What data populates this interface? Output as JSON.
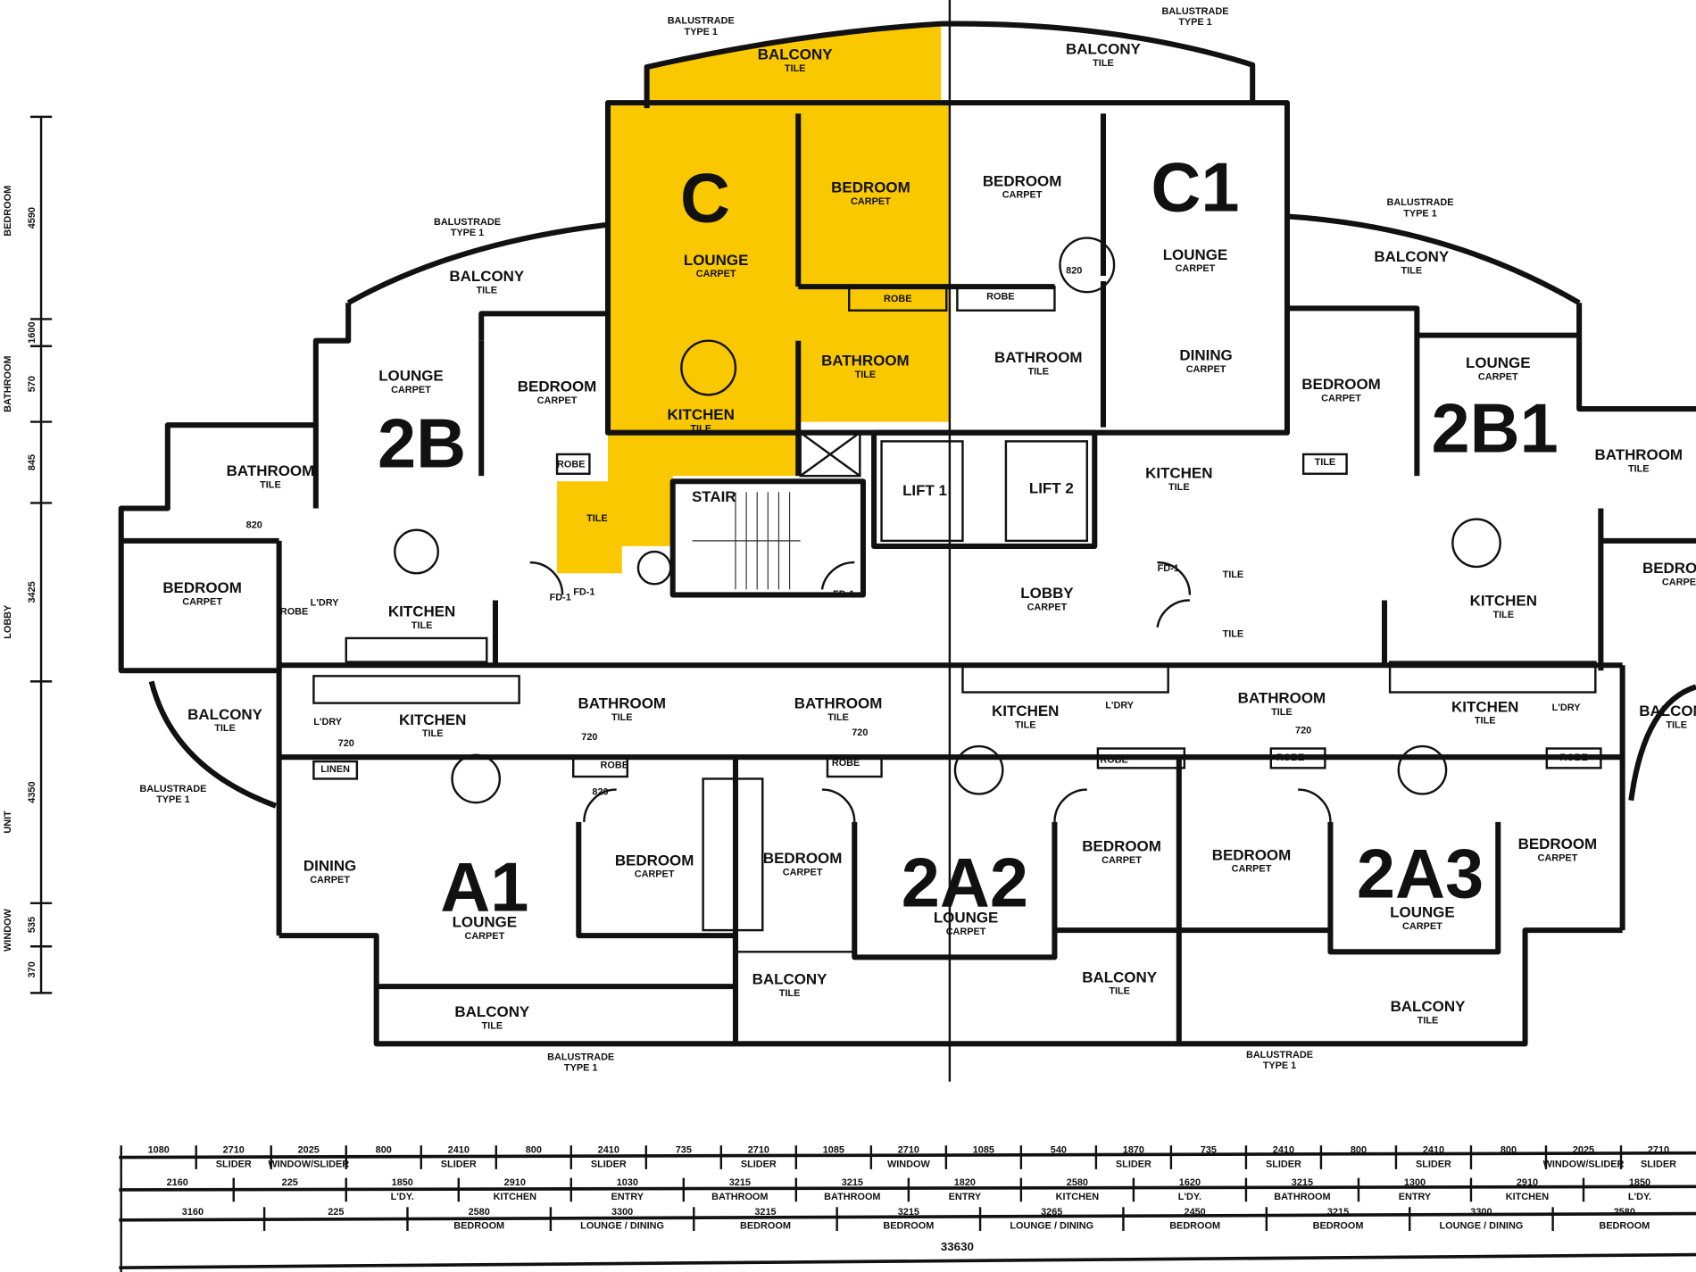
{
  "highlight_color": "#F9C800",
  "units": [
    "C",
    "C1",
    "2B",
    "2B1",
    "A1",
    "2A2",
    "2A3"
  ],
  "rooms": [
    {
      "name": "BALCONY",
      "finish": "TILE"
    },
    {
      "name": "BALCONY",
      "finish": "TILE"
    },
    {
      "name": "BEDROOM",
      "finish": "CARPET"
    },
    {
      "name": "LOUNGE",
      "finish": "CARPET"
    },
    {
      "name": "BEDROOM",
      "finish": "CARPET"
    },
    {
      "name": "LOUNGE",
      "finish": "CARPET"
    },
    {
      "name": "DINING",
      "finish": "CARPET"
    },
    {
      "name": "BALCONY",
      "finish": "TILE"
    },
    {
      "name": "LOUNGE",
      "finish": "CARPET"
    },
    {
      "name": "BEDROOM",
      "finish": "CARPET"
    },
    {
      "name": "BATHROOM",
      "finish": "TILE"
    },
    {
      "name": "BATHROOM",
      "finish": "TILE"
    },
    {
      "name": "KITCHEN",
      "finish": "TILE"
    },
    {
      "name": "BATHROOM",
      "finish": "TILE"
    },
    {
      "name": "BALCONY",
      "finish": "TILE"
    },
    {
      "name": "BEDROOM",
      "finish": "CARPET"
    },
    {
      "name": "LOUNGE",
      "finish": "CARPET"
    },
    {
      "name": "KITCHEN",
      "finish": "TILE"
    },
    {
      "name": "BATHROOM",
      "finish": "TILE"
    },
    {
      "name": "BEDROOM",
      "finish": "CARPET"
    },
    {
      "name": "KITCHEN",
      "finish": "TILE"
    },
    {
      "name": "LOBBY",
      "finish": "CARPET"
    },
    {
      "name": "KITCHEN",
      "finish": "TILE"
    },
    {
      "name": "BEDROOM",
      "finish": "CARPET"
    },
    {
      "name": "BALCONY",
      "finish": "TILE"
    },
    {
      "name": "KITCHEN",
      "finish": "TILE"
    },
    {
      "name": "BATHROOM",
      "finish": "TILE"
    },
    {
      "name": "BATHROOM",
      "finish": "TILE"
    },
    {
      "name": "KITCHEN",
      "finish": "TILE"
    },
    {
      "name": "BATHROOM",
      "finish": "TILE"
    },
    {
      "name": "KITCHEN",
      "finish": "TILE"
    },
    {
      "name": "BALCONY",
      "finish": "TILE"
    },
    {
      "name": "DINING",
      "finish": "CARPET"
    },
    {
      "name": "LOUNGE",
      "finish": "CARPET"
    },
    {
      "name": "BEDROOM",
      "finish": "CARPET"
    },
    {
      "name": "BEDROOM",
      "finish": "CARPET"
    },
    {
      "name": "LOUNGE",
      "finish": "CARPET"
    },
    {
      "name": "BEDROOM",
      "finish": "CARPET"
    },
    {
      "name": "BEDROOM",
      "finish": "CARPET"
    },
    {
      "name": "LOUNGE",
      "finish": "CARPET"
    },
    {
      "name": "BEDROOM",
      "finish": "CARPET"
    },
    {
      "name": "BALCONY",
      "finish": "TILE"
    },
    {
      "name": "BALCONY",
      "finish": "TILE"
    },
    {
      "name": "BALCONY",
      "finish": "TILE"
    },
    {
      "name": "BALCONY",
      "finish": "TILE"
    }
  ],
  "core": {
    "stair": "STAIR",
    "lift1": "LIFT 1",
    "lift2": "LIFT 2"
  },
  "balustrade": {
    "line1": "BALUSTRADE",
    "line2": "TYPE 1"
  },
  "small_labels": [
    "ROBE",
    "ROBE",
    "ROBE",
    "ROBE",
    "ROBE",
    "ROBE",
    "ROBE",
    "ROBE",
    "ROBE",
    "L'DRY",
    "L'DRY",
    "L'DRY",
    "L'DRY",
    "LINEN",
    "TILE",
    "TILE",
    "TILE",
    "TILE",
    "FD-1",
    "FD-1",
    "FD-1",
    "FD-1",
    "820",
    "820",
    "820",
    "720",
    "720",
    "720",
    "720"
  ],
  "left_dims": {
    "values": [
      "4590",
      "1600",
      "570",
      "845",
      "3425",
      "4350",
      "535",
      "370"
    ],
    "labels": [
      "BEDROOM",
      "BATHROOM",
      "LOBBY",
      "UNIT",
      "WINDOW"
    ]
  },
  "bottom_dims": {
    "row1": [
      "1080",
      "2710",
      "2025",
      "800",
      "2410",
      "800",
      "2410",
      "735",
      "2710",
      "1085",
      "2710",
      "1085",
      "540",
      "1870",
      "735",
      "2410",
      "800",
      "2410",
      "800",
      "2025",
      "2710"
    ],
    "row1_sub": [
      "",
      "SLIDER",
      "WINDOW/SLIDER",
      "",
      "SLIDER",
      "",
      "SLIDER",
      "",
      "SLIDER",
      "",
      "WINDOW",
      "",
      "",
      "SLIDER",
      "",
      "SLIDER",
      "",
      "SLIDER",
      "",
      "WINDOW/SLIDER",
      "SLIDER"
    ],
    "row2": [
      "2160",
      "225",
      "1850",
      "2910",
      "1030",
      "3215",
      "3215",
      "1820",
      "2580",
      "1620",
      "3215",
      "1300",
      "2910",
      "1850"
    ],
    "row2_sub": [
      "",
      "",
      "L'DY.",
      "KITCHEN",
      "ENTRY",
      "BATHROOM",
      "BATHROOM",
      "ENTRY",
      "KITCHEN",
      "L'DY.",
      "BATHROOM",
      "ENTRY",
      "KITCHEN",
      "L'DY."
    ],
    "row3": [
      "3160",
      "225",
      "2580",
      "3300",
      "3215",
      "3215",
      "3265",
      "2450",
      "3215",
      "3300",
      "2580"
    ],
    "row3_sub": [
      "",
      "",
      "BEDROOM",
      "LOUNGE / DINING",
      "BEDROOM",
      "BEDROOM",
      "LOUNGE / DINING",
      "BEDROOM",
      "BEDROOM",
      "LOUNGE / DINING",
      "BEDROOM"
    ],
    "total": "33630"
  }
}
